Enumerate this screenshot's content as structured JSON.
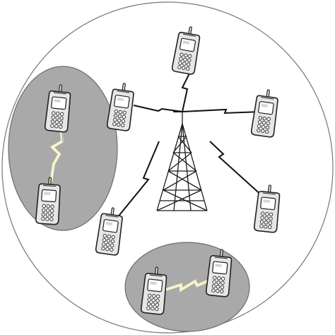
{
  "diagram": {
    "colors": {
      "background": "#ffffff",
      "cell_stroke": "#777777",
      "cluster_fill": "#a9a9a9",
      "cluster_stroke": "#6d6d6d",
      "link": "#111111",
      "tower": "#1a1a1a",
      "phone_body": "#e6e6e6",
      "phone_screen": "#ffffff",
      "p2p_link_glow": "#f3f0a8"
    },
    "icons": {
      "tower": "cell-tower-icon",
      "phone": "mobile-phone-icon",
      "link": "lightning-link-icon"
    },
    "phones": [
      {
        "id": "phone-top"
      },
      {
        "id": "phone-upper-left"
      },
      {
        "id": "phone-right"
      },
      {
        "id": "phone-lower-right"
      },
      {
        "id": "phone-lower-left"
      },
      {
        "id": "phone-cluster-left-top"
      },
      {
        "id": "phone-cluster-left-bottom"
      },
      {
        "id": "phone-cluster-bottom-left"
      },
      {
        "id": "phone-cluster-bottom-right"
      }
    ]
  }
}
